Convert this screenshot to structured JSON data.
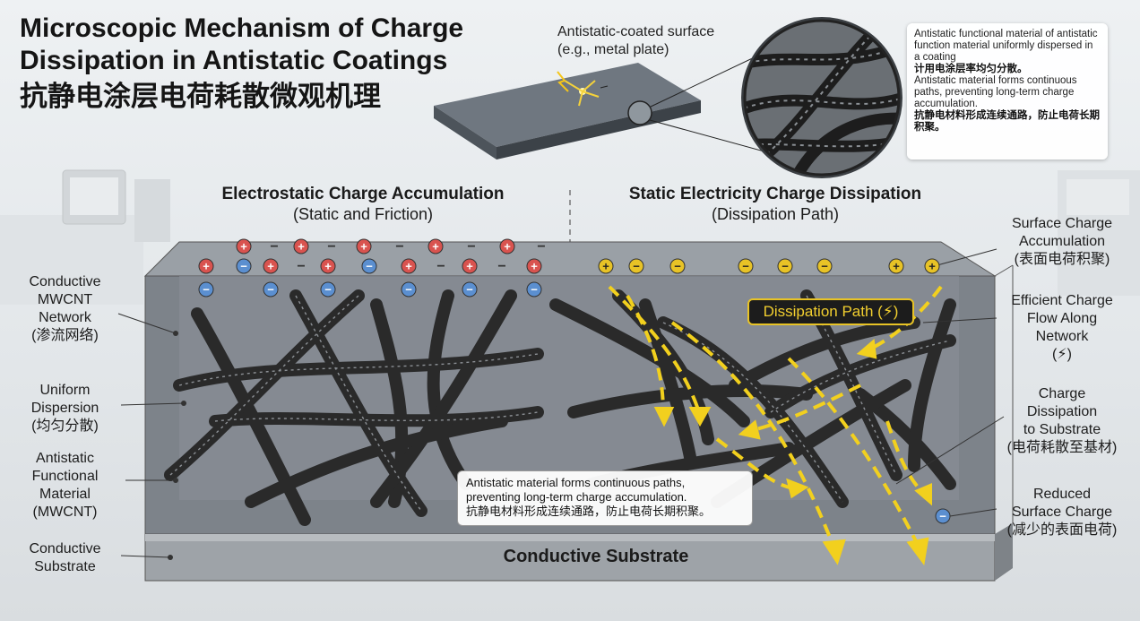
{
  "title": {
    "line1": "Microscopic Mechanism of Charge",
    "line2": "Dissipation in Antistatic Coatings",
    "zh": "抗静电涂层电荷耗散微观机理"
  },
  "surface_label": {
    "line1": "Antistatic-coated surface",
    "line2": "(e.g., metal plate)"
  },
  "info_box": {
    "en1": "Antistatic functional material of antistatic function material uniformly dispersed in a coating",
    "zh1": "计用电涂层率均匀分散。",
    "en2": "Antistatic material forms continuous paths, preventing long-term charge accumulation.",
    "zh2": "抗静电材料形成连续通路，防止电荷长期积聚。"
  },
  "left_header": {
    "title": "Electrostatic Charge Accumulation",
    "sub": "(Static and Friction)"
  },
  "right_header": {
    "title": "Static Electricity Charge Dissipation",
    "sub": "(Dissipation Path)"
  },
  "left_labels": {
    "mwcnt": {
      "l1": "Conductive",
      "l2": "MWCNT",
      "l3": "Network",
      "zh": "(渗流网络)"
    },
    "dispersion": {
      "l1": "Uniform",
      "l2": "Dispersion",
      "zh": "(均匀分散)"
    },
    "material": {
      "l1": "Antistatic",
      "l2": "Functional",
      "l3": "Material",
      "l4": "(MWCNT)"
    },
    "substrate": {
      "l1": "Conductive",
      "l2": "Substrate"
    }
  },
  "right_labels": {
    "surface": {
      "l1": "Surface Charge",
      "l2": "Accumulation",
      "zh": "(表面电荷积聚)"
    },
    "flow": {
      "l1": "Efficient Charge",
      "l2": "Flow Along",
      "l3": "Network",
      "l4": "(⚡)"
    },
    "charge_diss": {
      "l1": "Charge",
      "l2": "Dissipation",
      "l3": "to Substrate",
      "zh": "(电荷耗散至基材)"
    },
    "reduced": {
      "l1": "Reduced",
      "l2": "Surface Charge",
      "zh": "(减少的表面电荷)"
    }
  },
  "dissipation_path_label": "Dissipation Path (⚡)",
  "callout": {
    "en1": "Antistatic material forms continuous paths,",
    "en2": "preventing long-term charge accumulation.",
    "zh": "抗静电材料形成连续通路，防止电荷长期积聚。"
  },
  "substrate_label": "Conductive Substrate",
  "symbols": {
    "plus": "+",
    "minus": "−"
  },
  "colors": {
    "positive": "#d9534f",
    "negative": "#5b8fd0",
    "yellow_charge": "#e8c326",
    "arrow": "#f2d01e",
    "nanotube": "#2b2b2b"
  }
}
